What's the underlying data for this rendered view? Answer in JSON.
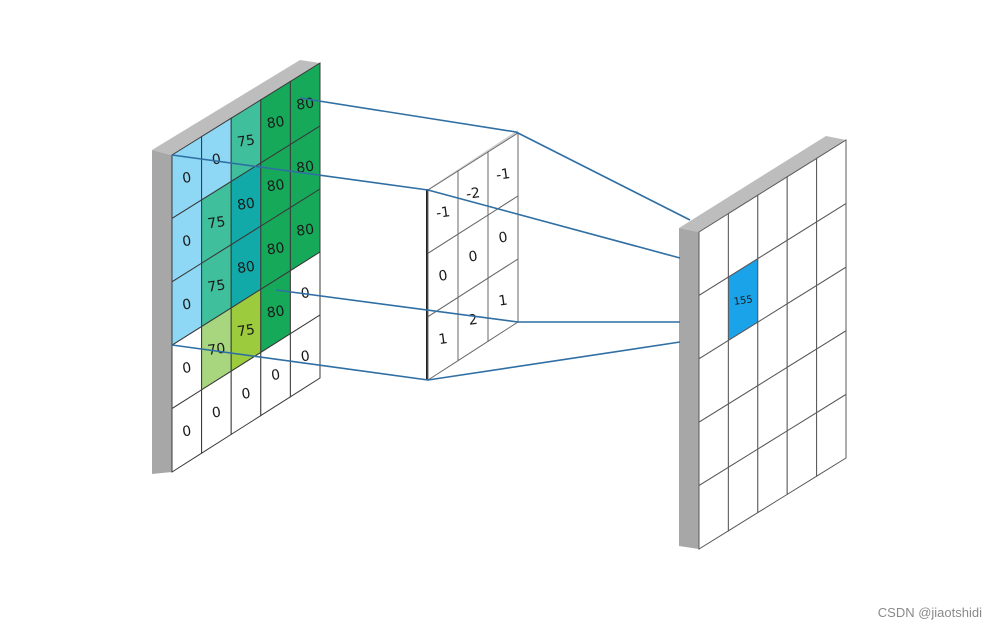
{
  "input_grid": {
    "values": [
      [
        "0",
        "0",
        "75",
        "80",
        "80"
      ],
      [
        "0",
        "75",
        "80",
        "80",
        "80"
      ],
      [
        "0",
        "75",
        "80",
        "80",
        "80"
      ],
      [
        "0",
        "70",
        "75",
        "80",
        "0"
      ],
      [
        "0",
        "0",
        "0",
        "0",
        "0"
      ]
    ],
    "colors": [
      [
        "#8fd8f5",
        "#8fd8f5",
        "#3fbf9b",
        "#16a95a",
        "#16a95a"
      ],
      [
        "#8fd8f5",
        "#3fbf9b",
        "#12aaa8",
        "#16a95a",
        "#16a95a"
      ],
      [
        "#8fd8f5",
        "#3fbf9b",
        "#12aaa8",
        "#16a95a",
        "#16a95a"
      ],
      [
        "#ffffff",
        "#a8d67f",
        "#9ccb3d",
        "#16a95a",
        "#ffffff"
      ],
      [
        "#ffffff",
        "#ffffff",
        "#ffffff",
        "#ffffff",
        "#ffffff"
      ]
    ]
  },
  "kernel": {
    "values": [
      [
        "-1",
        "-2",
        "-1"
      ],
      [
        "0",
        "0",
        "0"
      ],
      [
        "1",
        "2",
        "1"
      ]
    ]
  },
  "output_grid": {
    "rows": 5,
    "cols": 5,
    "highlight_row": 1,
    "highlight_col": 1,
    "highlight_value": "155",
    "highlight_color": "#1aa3e8"
  },
  "colors": {
    "connector": "#2f6fa3",
    "frame_edge": "#a7a7a7",
    "grid_line": "#3a3a3a"
  },
  "watermark": "CSDN @jiaotshidi"
}
